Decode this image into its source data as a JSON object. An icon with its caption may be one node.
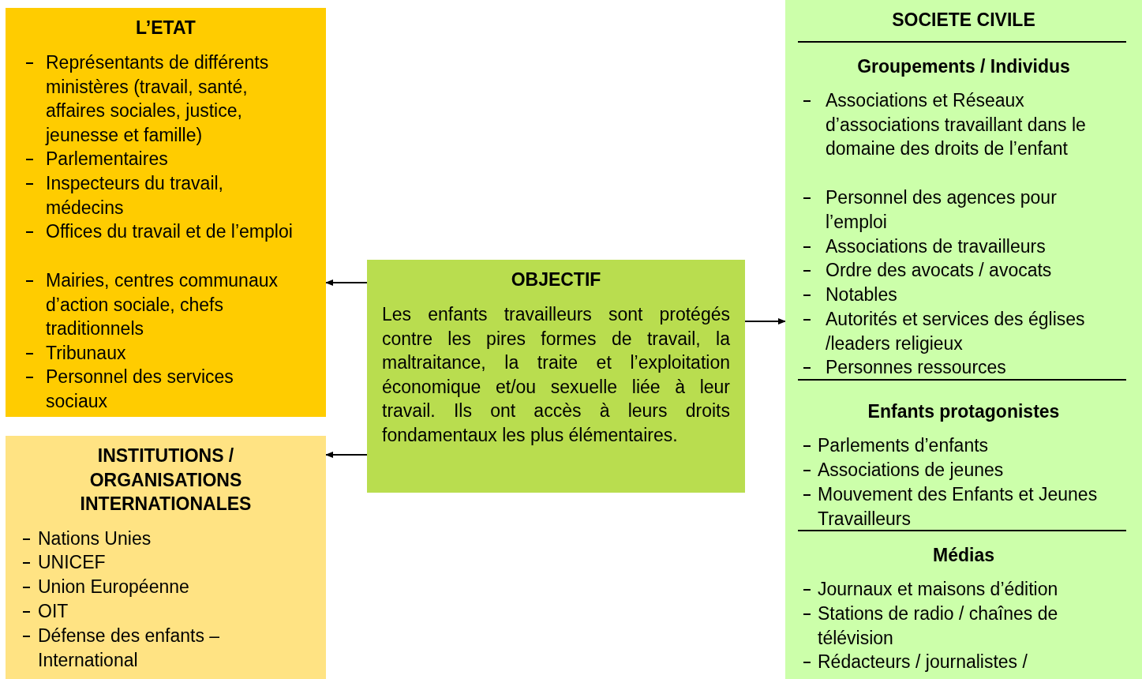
{
  "diagram": {
    "nodes": [
      {
        "text": [
          "L’ETAT",
          "Représentants de différents ministères (travail, santé, affaires sociales, justice, jeunesse et famille)",
          "Parlementaires",
          "Inspecteurs du travail, médecins",
          "Offices du travail et de l’emploi",
          "Mairies, centres communaux d’action sociale, chefs traditionnels",
          "Tribunaux",
          "Personnel des services sociaux"
        ]
      },
      {
        "text": [
          "INSTITUTIONS / ORGANISATIONS INTERNATIONALES",
          "Nations Unies",
          "UNICEF",
          "Union Européenne",
          "OIT",
          "Défense des enfants – International"
        ]
      },
      {
        "text": [
          "OBJECTIF",
          "Les enfants travailleurs sont protégés contre les pires formes de travail, la maltraitance, la traite et l’exploitation économique et/ou sexuelle liée à leur travail. Ils ont accès à leurs droits fondamentaux les plus élémentaires."
        ]
      },
      {
        "text": [
          "SOCIETE CIVILE",
          "Groupements / Individus",
          "Associations et Réseaux d’associations travaillant dans le domaine des droits de l’enfant",
          "Personnel des agences pour l’emploi",
          "Associations de travailleurs",
          "Ordre des avocats / avocats",
          "Notables",
          "Autorités et services des églises /leaders religieux",
          "Personnes ressources",
          "Enfants protagonistes",
          "Parlements d’enfants",
          "Associations de jeunes",
          "Mouvement des Enfants et Jeunes Travailleurs",
          "Médias",
          "Journaux et maisons d’édition",
          "Stations de radio / chaînes de télévision",
          "Rédacteurs / journalistes /"
        ]
      }
    ],
    "edges": [
      {
        "from": 2,
        "to": 0,
        "arrow": "to"
      },
      {
        "from": 2,
        "to": 1,
        "arrow": "to"
      },
      {
        "from": 2,
        "to": 3,
        "arrow": "to"
      }
    ]
  }
}
